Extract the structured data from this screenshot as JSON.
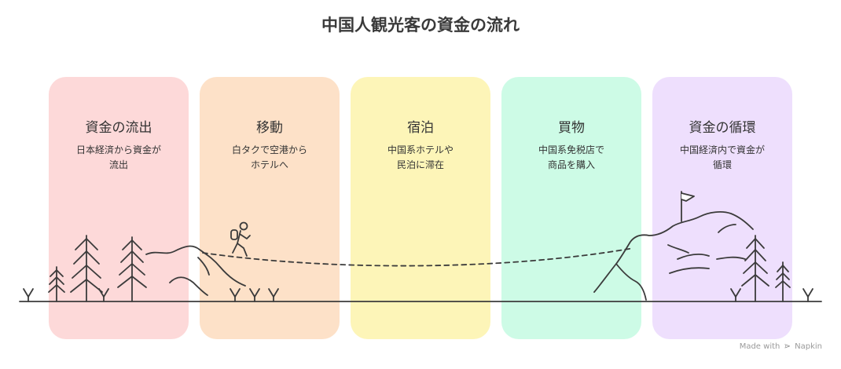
{
  "title": "中国人観光客の資金の流れ",
  "stages": [
    {
      "heading": "資金の流出",
      "desc_line1": "日本経済から資金が",
      "desc_line2": "流出",
      "color": "#fdd9d9"
    },
    {
      "heading": "移動",
      "desc_line1": "白タクで空港から",
      "desc_line2": "ホテルへ",
      "color": "#fde1c8"
    },
    {
      "heading": "宿泊",
      "desc_line1": "中国系ホテルや",
      "desc_line2": "民泊に滞在",
      "color": "#fdf5b8"
    },
    {
      "heading": "買物",
      "desc_line1": "中国系免税店で",
      "desc_line2": "商品を購入",
      "color": "#cdfbe6"
    },
    {
      "heading": "資金の循環",
      "desc_line1": "中国経済内で資金が",
      "desc_line2": "循環",
      "color": "#eedffd"
    }
  ],
  "credit": {
    "made_with": "Made with",
    "brand": "Napkin"
  },
  "icons": [
    "hiker-icon",
    "flag-icon",
    "tree-icon",
    "mountain-icon"
  ]
}
